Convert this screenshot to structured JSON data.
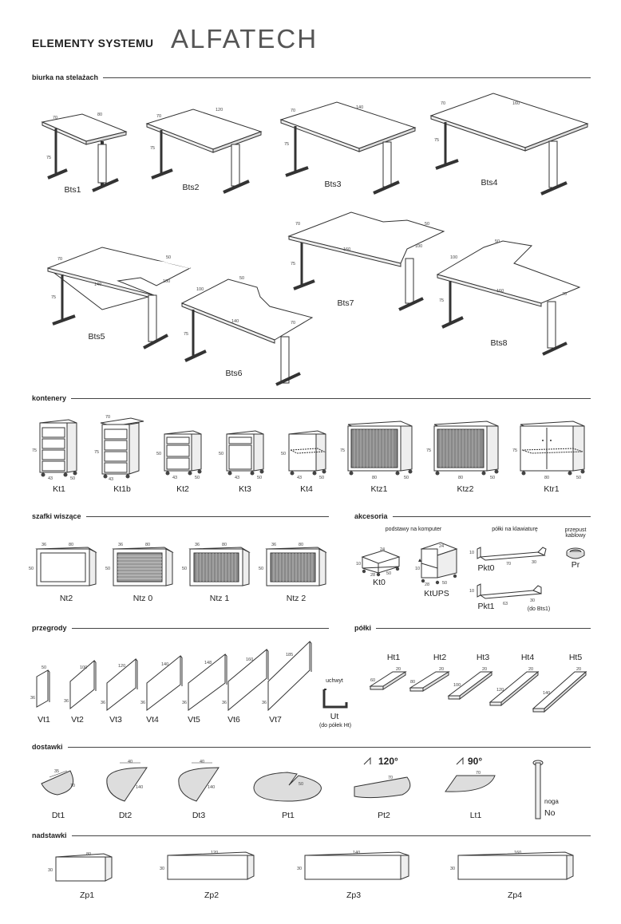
{
  "header": {
    "prefix": "ELEMENTY SYSTEMU",
    "brand": "ALFATECH"
  },
  "sections": {
    "desks": "biurka na stelażach",
    "containers": "kontenery",
    "wall": "szafki wiszące",
    "accessories": "akcesoria",
    "partitions": "przegrody",
    "shelves": "półki",
    "extensions": "dostawki",
    "tops": "nadstawki"
  },
  "desks": [
    {
      "code": "Bts1",
      "w": "80",
      "d": "70",
      "h": "75"
    },
    {
      "code": "Bts2",
      "w": "120",
      "d": "70",
      "h": "75"
    },
    {
      "code": "Bts3",
      "w": "140",
      "d": "70",
      "h": "75"
    },
    {
      "code": "Bts4",
      "w": "160",
      "d": "70",
      "h": "75"
    },
    {
      "code": "Bts5",
      "w": "140",
      "d": "70",
      "h": "75",
      "e1": "50",
      "e2": "100"
    },
    {
      "code": "Bts6",
      "w": "140",
      "d": "100",
      "h": "75",
      "e1": "50",
      "e2": "70"
    },
    {
      "code": "Bts7",
      "w": "160",
      "d": "70",
      "h": "75",
      "e1": "50",
      "e2": "100"
    },
    {
      "code": "Bts8",
      "w": "160",
      "d": "100",
      "h": "75",
      "e1": "50",
      "e2": "70"
    }
  ],
  "containers": [
    {
      "code": "Kt1",
      "h": "75",
      "w": "43",
      "d": "50"
    },
    {
      "code": "Kt1b",
      "h": "75",
      "w": "43",
      "d": "70"
    },
    {
      "code": "Kt2",
      "h": "50",
      "w": "43",
      "d": "50"
    },
    {
      "code": "Kt3",
      "h": "50",
      "w": "43",
      "d": "50"
    },
    {
      "code": "Kt4",
      "h": "50",
      "w": "43",
      "d": "50"
    },
    {
      "code": "Ktz1",
      "h": "75",
      "w": "80",
      "d": "50"
    },
    {
      "code": "Ktz2",
      "h": "75",
      "w": "80",
      "d": "50"
    },
    {
      "code": "Ktr1",
      "h": "75",
      "w": "80",
      "d": "50"
    }
  ],
  "wall_units": [
    {
      "code": "Nt2",
      "w": "80",
      "d": "36",
      "h": "50"
    },
    {
      "code": "Ntz 0",
      "w": "80",
      "d": "36",
      "h": "50"
    },
    {
      "code": "Ntz 1",
      "w": "80",
      "d": "36",
      "h": "50"
    },
    {
      "code": "Ntz 2",
      "w": "80",
      "d": "36",
      "h": "50"
    }
  ],
  "accessories": {
    "stands_label": "podstawy na komputer",
    "keyboard_label": "półki na klawiaturę",
    "grommet_label": "przepust kablowy",
    "items": [
      {
        "code": "Kt0",
        "a": "24",
        "b": "28",
        "c": "50",
        "h": "10"
      },
      {
        "code": "KtUPS",
        "a": "24",
        "b": "28",
        "c": "50",
        "h": "10"
      },
      {
        "code": "Pkt0",
        "a": "10",
        "b": "70",
        "c": "30"
      },
      {
        "code": "Pkt1",
        "a": "10",
        "b": "63",
        "c": "30",
        "note": "(do Bts1)"
      },
      {
        "code": "Pr"
      }
    ]
  },
  "partitions": [
    {
      "code": "Vt1",
      "w": "36",
      "l": "50"
    },
    {
      "code": "Vt2",
      "w": "36",
      "l": "100"
    },
    {
      "code": "Vt3",
      "w": "36",
      "l": "120"
    },
    {
      "code": "Vt4",
      "w": "36",
      "l": "140"
    },
    {
      "code": "Vt5",
      "w": "36",
      "l": "148"
    },
    {
      "code": "Vt6",
      "w": "36",
      "l": "160"
    },
    {
      "code": "Vt7",
      "w": "36",
      "l": "185"
    }
  ],
  "holder": {
    "title": "uchwyt",
    "code": "Ut",
    "note": "(do półek Ht)"
  },
  "shelves": [
    {
      "code": "Ht1",
      "d": "20",
      "l": "60"
    },
    {
      "code": "Ht2",
      "d": "20",
      "l": "80"
    },
    {
      "code": "Ht3",
      "d": "20",
      "l": "100"
    },
    {
      "code": "Ht4",
      "d": "20",
      "l": "120"
    },
    {
      "code": "Ht5",
      "d": "20",
      "l": "140"
    }
  ],
  "extensions": [
    {
      "code": "Dt1",
      "a": "35",
      "b": "70"
    },
    {
      "code": "Dt2",
      "a": "40",
      "b": "140"
    },
    {
      "code": "Dt3",
      "a": "40",
      "b": "140"
    },
    {
      "code": "Pt1",
      "a": "50"
    },
    {
      "code": "Pt2",
      "a": "70",
      "angle": "120°"
    },
    {
      "code": "Lt1",
      "a": "70",
      "angle": "90°"
    },
    {
      "code": "No",
      "name": "noga"
    }
  ],
  "tops": [
    {
      "code": "Zp1",
      "w": "80",
      "h": "30"
    },
    {
      "code": "Zp2",
      "w": "120",
      "h": "30"
    },
    {
      "code": "Zp3",
      "w": "140",
      "h": "30"
    },
    {
      "code": "Zp4",
      "w": "160",
      "h": "30"
    }
  ]
}
